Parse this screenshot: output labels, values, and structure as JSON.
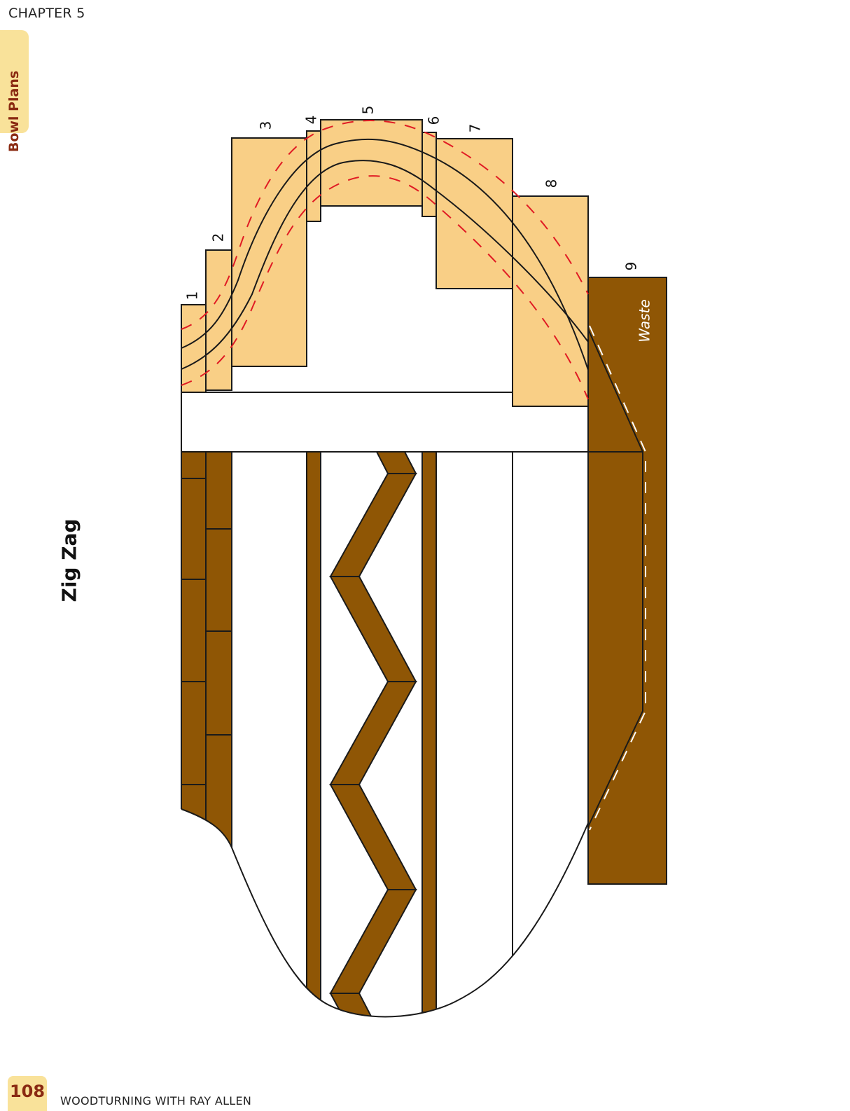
{
  "header": {
    "chapter": "CHAPTER 5"
  },
  "side_tab": {
    "label": "Bowl Plans",
    "bg": "#f9e29a",
    "color": "#8a2a12"
  },
  "title": "Zig Zag",
  "footer": {
    "page_number": "108",
    "book_title": "WOODTURNING WITH RAY ALLEN"
  },
  "diagram": {
    "colors": {
      "ring_fill": "#f9cf86",
      "dark_wood": "#8f5605",
      "outline": "#1a1a1a",
      "cut_line": "#e01b24",
      "white_dash": "#ffffff"
    },
    "ring_labels": [
      "1",
      "2",
      "3",
      "4",
      "5",
      "6",
      "7",
      "8",
      "9"
    ],
    "waste_label": "Waste"
  }
}
